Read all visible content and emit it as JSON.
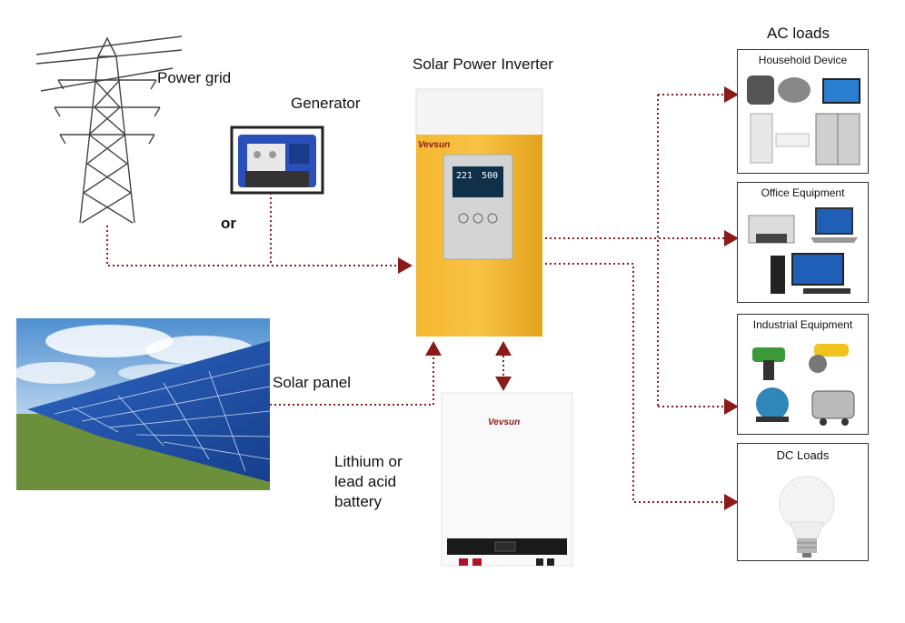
{
  "labels": {
    "power_grid": "Power grid",
    "generator": "Generator",
    "or": "or",
    "inverter": "Solar Power Inverter",
    "solar_panel": "Solar panel",
    "battery": [
      "Lithium or",
      "lead acid",
      "battery"
    ],
    "ac_loads": "AC loads"
  },
  "panels": {
    "household": "Household Device",
    "office": "Office Equipment",
    "industrial": "Industrial Equipment",
    "dc": "DC Loads"
  },
  "brand": {
    "inverter_logo": "Vevsun",
    "battery_logo": "Vevsun",
    "display_left": "221",
    "display_right": "500"
  },
  "colors": {
    "arrow": "#8b1a1a",
    "inverter_body": "#f0b429",
    "inverter_top": "#f7f7f7",
    "sky": "#6fa6d8",
    "panel_blue": "#1f4fa8"
  }
}
